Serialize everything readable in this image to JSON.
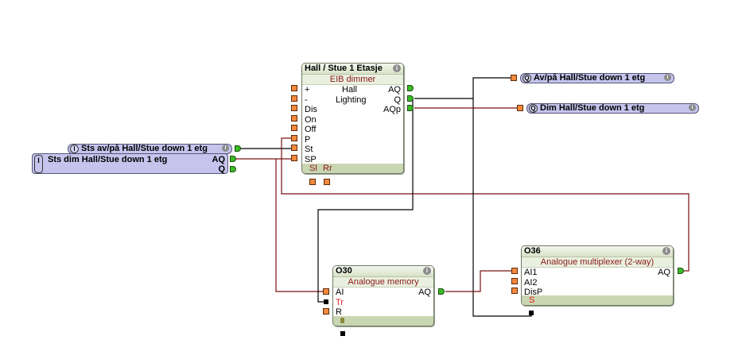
{
  "diagram": {
    "blocks": {
      "eib_dimmer": {
        "title": "Hall / Stue 1 Etasje",
        "type": "EIB dimmer",
        "comment_line1": "Hall",
        "comment_line2": "Lighting",
        "inputs": [
          "+",
          "-",
          "Dis",
          "On",
          "Off",
          "P",
          "St",
          "SP"
        ],
        "outputs": [
          "AQ",
          "Q",
          "AQp"
        ],
        "params": [
          "Sl",
          "Rr"
        ]
      },
      "o30": {
        "title": "O30",
        "type": "Analogue memory",
        "inputs": [
          "AI",
          "Tr",
          "R"
        ],
        "outputs": [
          "AQ"
        ]
      },
      "o36": {
        "title": "O36",
        "type": "Analogue multiplexer (2-way)",
        "inputs": [
          "AI1",
          "AI2",
          "DisP"
        ],
        "outputs": [
          "AQ"
        ],
        "params": [
          "S"
        ]
      }
    },
    "io": {
      "in_sts_av": {
        "tag": "I",
        "label": "Sts av/på Hall/Stue down 1 etg"
      },
      "in_sts_dim": {
        "tag": "I",
        "label": "Sts dim Hall/Stue down 1 etg",
        "outputs": [
          "AQ",
          "Q"
        ]
      },
      "out_av": {
        "tag": "Q",
        "label": "Av/på Hall/Stue down 1 etg"
      },
      "out_dim": {
        "tag": "Q",
        "label": "Dim Hall/Stue down 1 etg"
      }
    },
    "colors": {
      "wire_digital": "#000000",
      "wire_analog": "#7a1010",
      "block_label": "#8b1a1a",
      "io_fill": "#c6c4ec",
      "pin_input": "#f4883c",
      "pin_output": "#3bbb24"
    }
  }
}
